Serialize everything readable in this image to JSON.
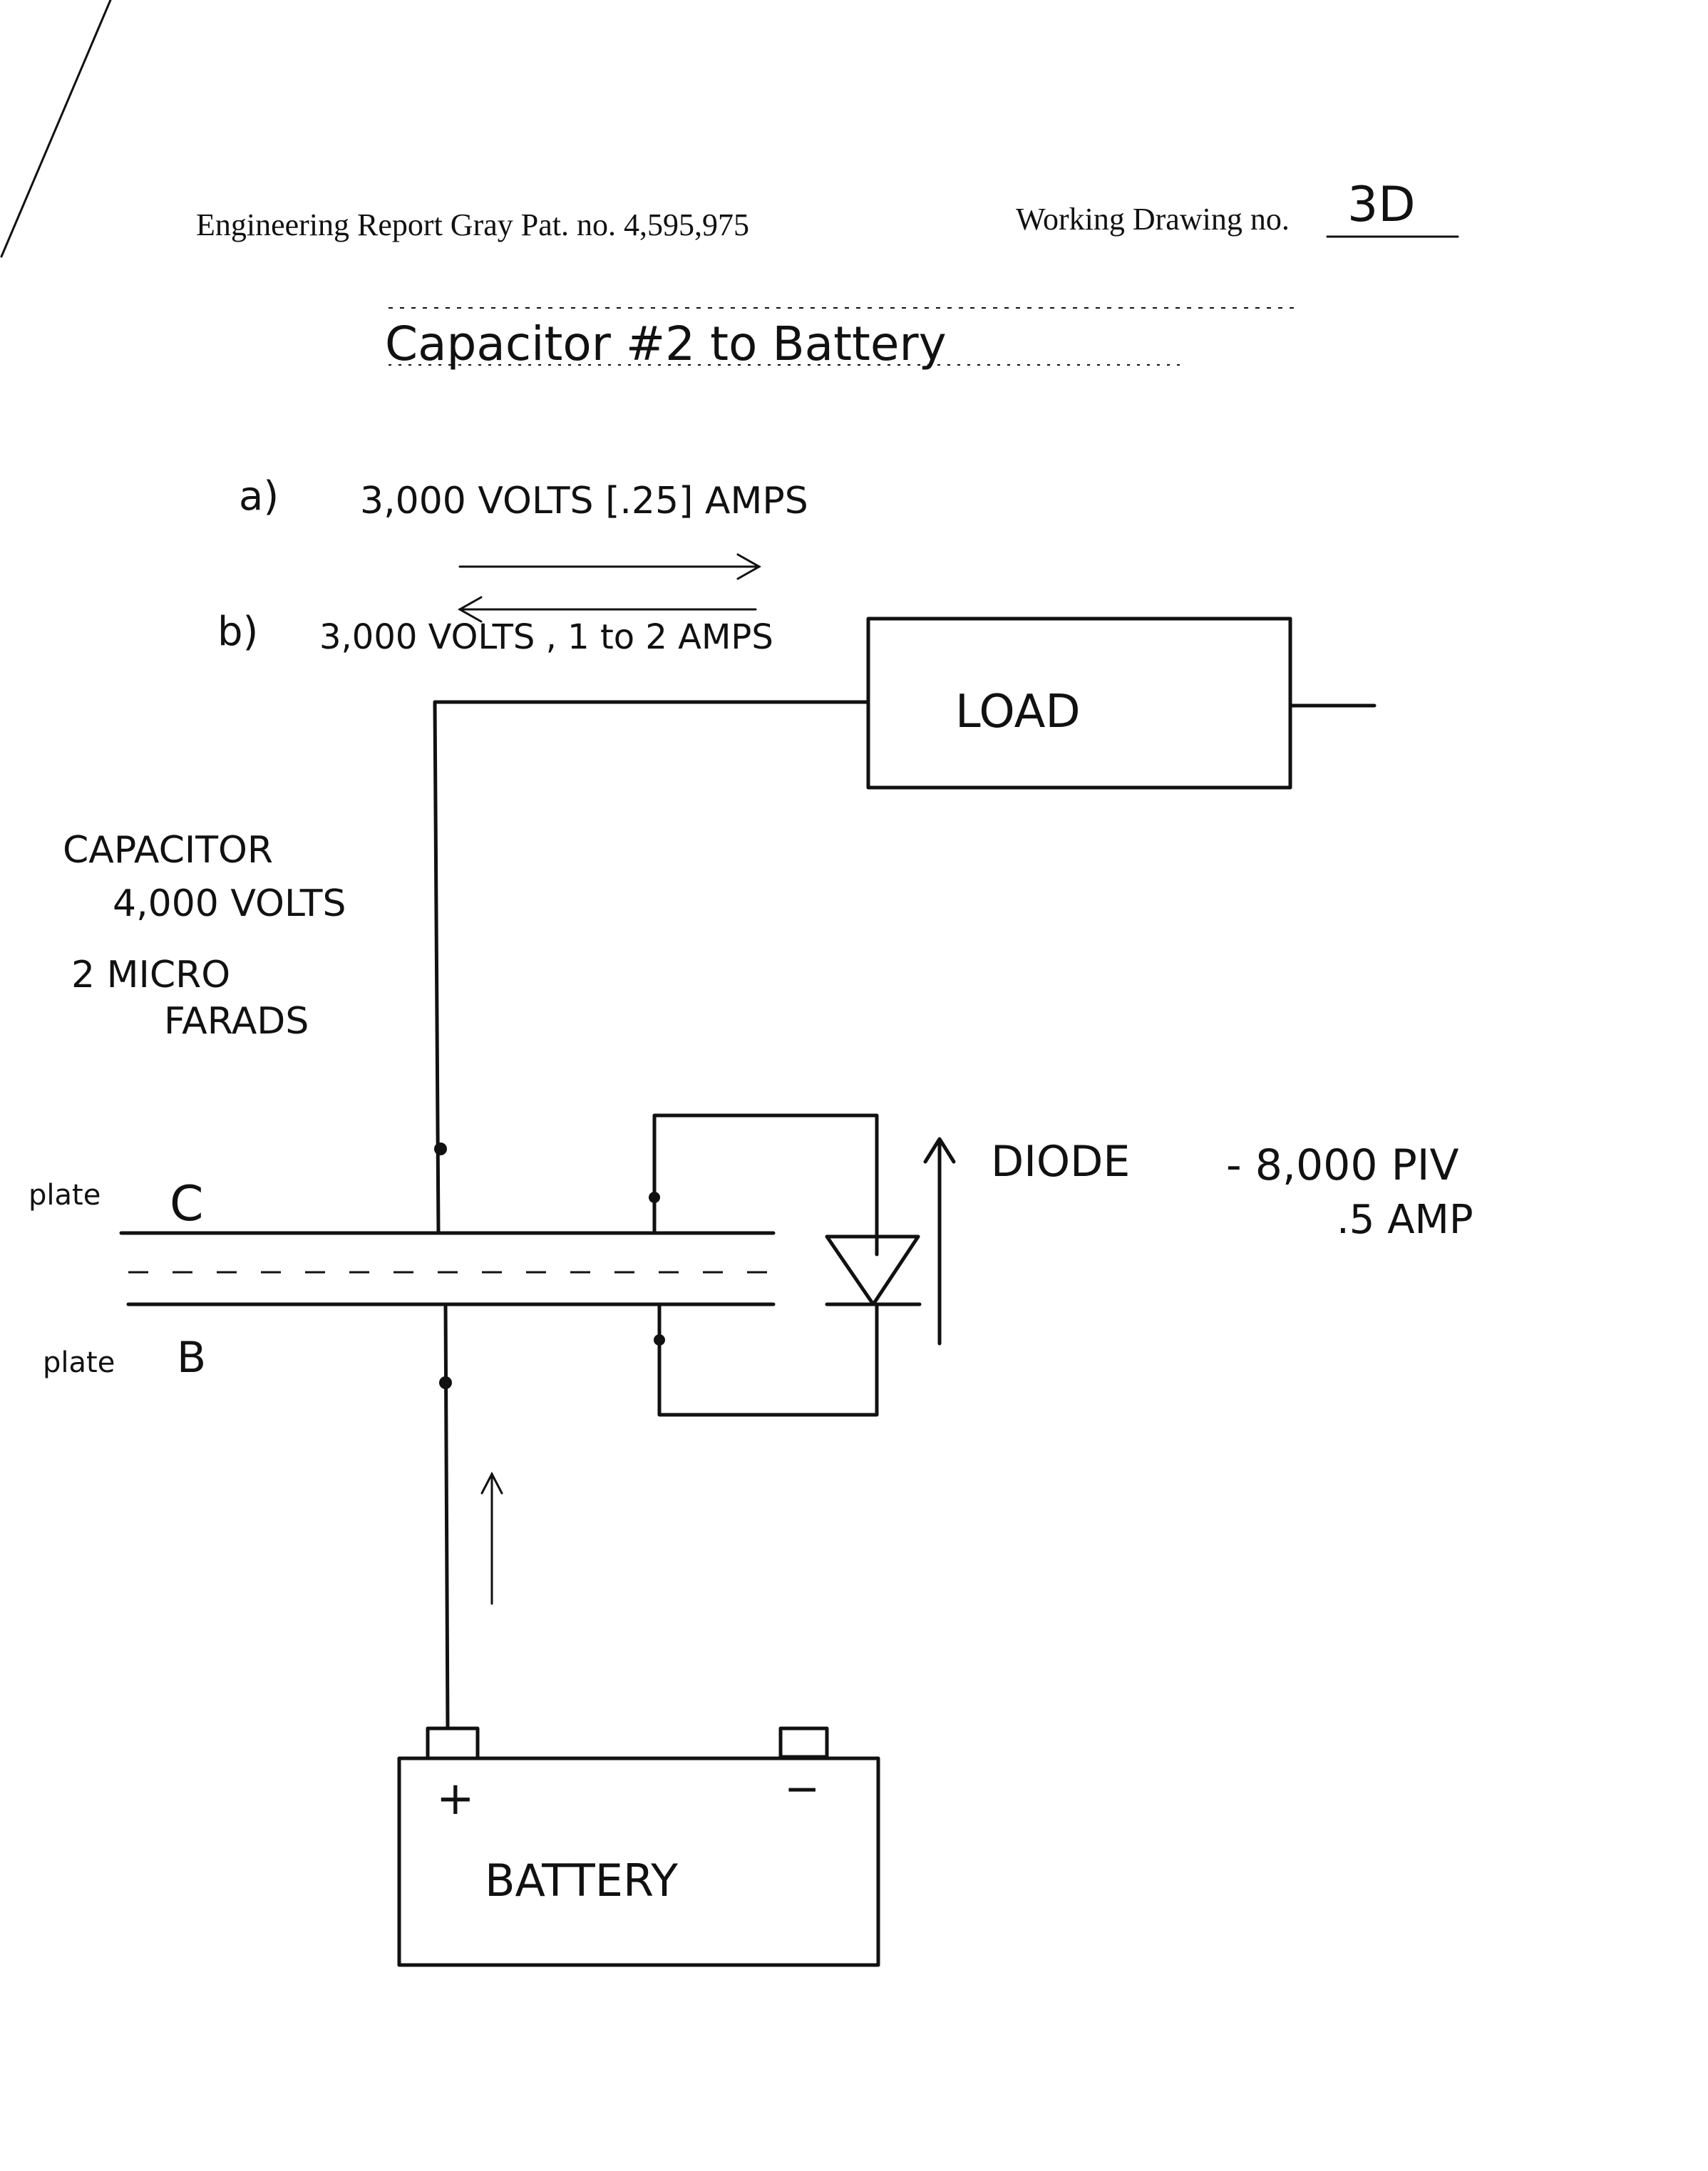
{
  "header": {
    "report": "Engineering Report Gray Pat. no. 4,595,975",
    "drawing_label": "Working Drawing no.",
    "drawing_no": "3D"
  },
  "title": "Capacitor #2 to Battery",
  "notes": {
    "a_label": "a)",
    "a_text": "3,000 VOLTS [.25] AMPS",
    "b_label": "b)",
    "b_text": "3,000 VOLTS , 1 to 2 AMPS"
  },
  "capacitor": {
    "line1": "CAPACITOR",
    "line2": "4,000 VOLTS",
    "line3": "2 MICRO",
    "line4": "FARADS"
  },
  "plates": {
    "c_label": "plate",
    "c_letter": "C",
    "b_label": "plate",
    "b_letter": "B"
  },
  "diode": {
    "line1": "DIODE",
    "line2": "- 8,000 PIV",
    "line3": ".5 AMP"
  },
  "load_label": "LOAD",
  "battery": {
    "label": "BATTERY",
    "plus": "+",
    "minus": "−"
  }
}
